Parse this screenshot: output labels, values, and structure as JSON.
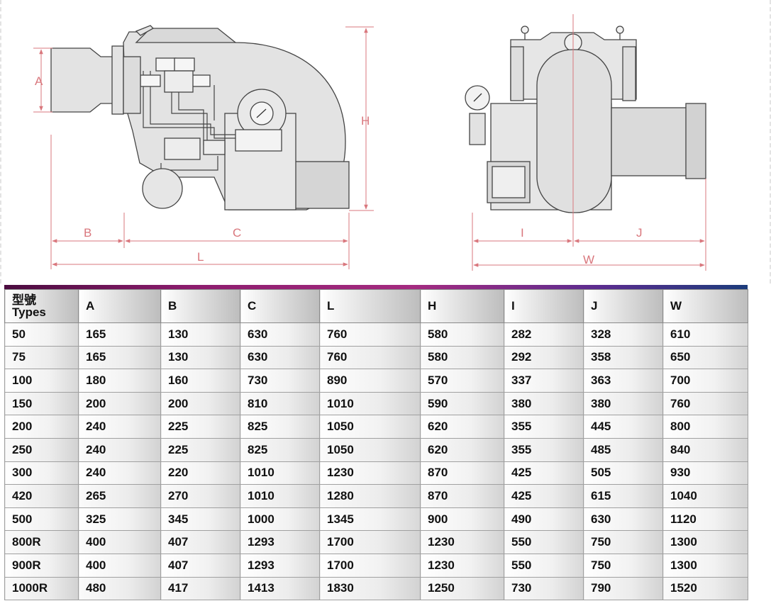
{
  "dimension_labels": {
    "A": "A",
    "B": "B",
    "C": "C",
    "L": "L",
    "H": "H",
    "I": "I",
    "J": "J",
    "W": "W"
  },
  "table": {
    "header_types_zh": "型號",
    "header_types_en": "Types",
    "columns": [
      "A",
      "B",
      "C",
      "L",
      "H",
      "I",
      "J",
      "W"
    ],
    "rows": [
      [
        "50",
        "165",
        "130",
        "630",
        "760",
        "580",
        "282",
        "328",
        "610"
      ],
      [
        "75",
        "165",
        "130",
        "630",
        "760",
        "580",
        "292",
        "358",
        "650"
      ],
      [
        "100",
        "180",
        "160",
        "730",
        "890",
        "570",
        "337",
        "363",
        "700"
      ],
      [
        "150",
        "200",
        "200",
        "810",
        "1010",
        "590",
        "380",
        "380",
        "760"
      ],
      [
        "200",
        "240",
        "225",
        "825",
        "1050",
        "620",
        "355",
        "445",
        "800"
      ],
      [
        "250",
        "240",
        "225",
        "825",
        "1050",
        "620",
        "355",
        "485",
        "840"
      ],
      [
        "300",
        "240",
        "220",
        "1010",
        "1230",
        "870",
        "425",
        "505",
        "930"
      ],
      [
        "420",
        "265",
        "270",
        "1010",
        "1280",
        "870",
        "425",
        "615",
        "1040"
      ],
      [
        "500",
        "325",
        "345",
        "1000",
        "1345",
        "900",
        "490",
        "630",
        "1120"
      ],
      [
        "800R",
        "400",
        "407",
        "1293",
        "1700",
        "1230",
        "550",
        "750",
        "1300"
      ],
      [
        "900R",
        "400",
        "407",
        "1293",
        "1700",
        "1230",
        "550",
        "750",
        "1300"
      ],
      [
        "1000R",
        "480",
        "417",
        "1413",
        "1830",
        "1250",
        "730",
        "790",
        "1520"
      ]
    ]
  },
  "colors": {
    "dimension_red": "#d9777d",
    "outline": "#444444",
    "accent_start": "#4b0c3f",
    "accent_end": "#1c3c7b"
  }
}
